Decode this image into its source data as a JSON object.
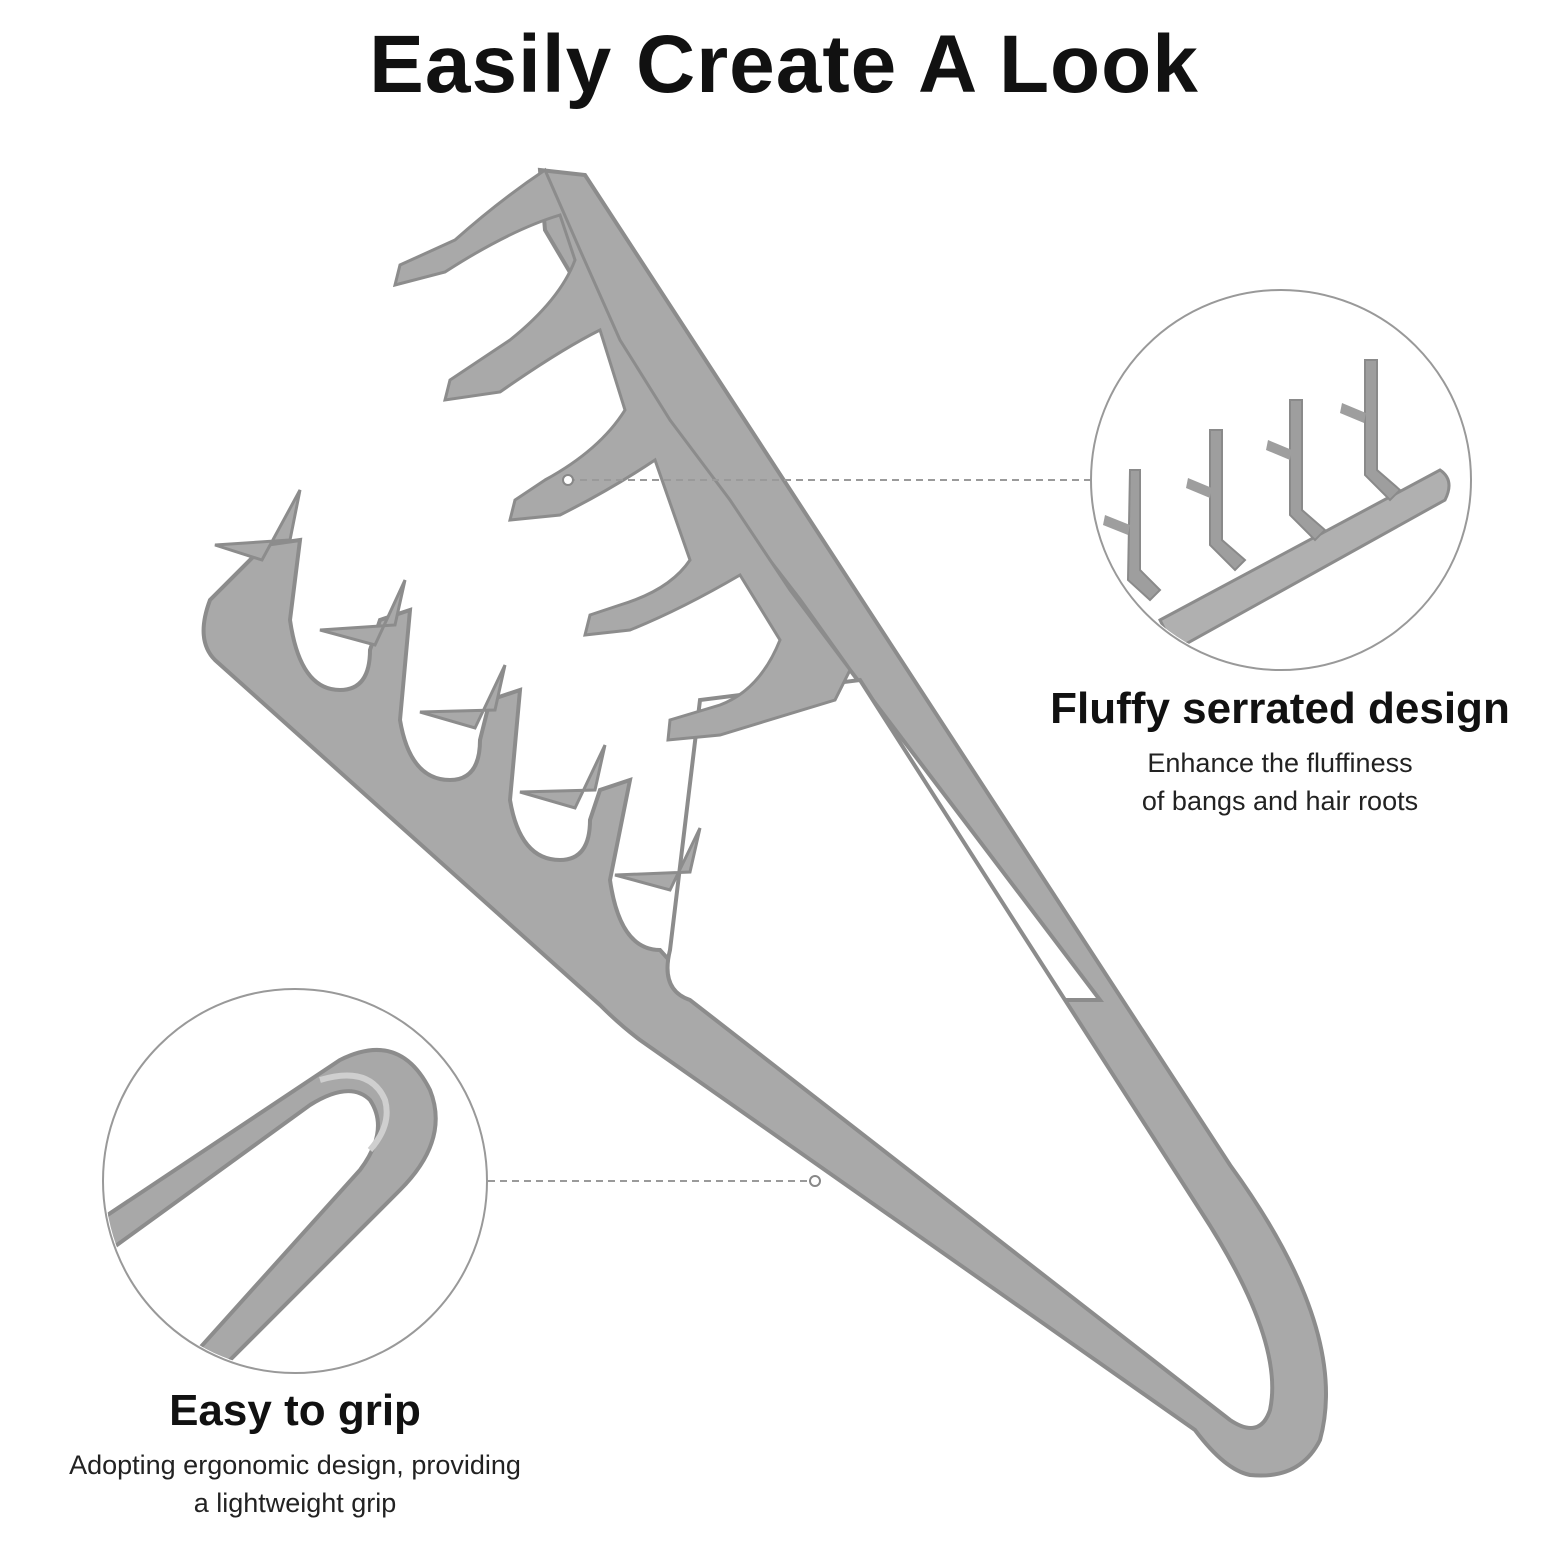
{
  "headline": "Easily Create A Look",
  "features": [
    {
      "title": "Fluffy serrated design",
      "description_lines": [
        "Enhance the fluffiness",
        "of bangs and hair roots"
      ],
      "detail_icon": "comb-teeth-closeup-icon"
    },
    {
      "title": "Easy to grip",
      "description_lines": [
        "Adopting ergonomic design, providing",
        "a lightweight grip"
      ],
      "detail_icon": "handle-closeup-icon"
    }
  ],
  "product_icon": "hair-comb-icon",
  "colors": {
    "product_fill": "#a9a9a9",
    "product_edge": "#8c8c8c",
    "text": "#111111",
    "leader_line": "#9a9a9a"
  }
}
